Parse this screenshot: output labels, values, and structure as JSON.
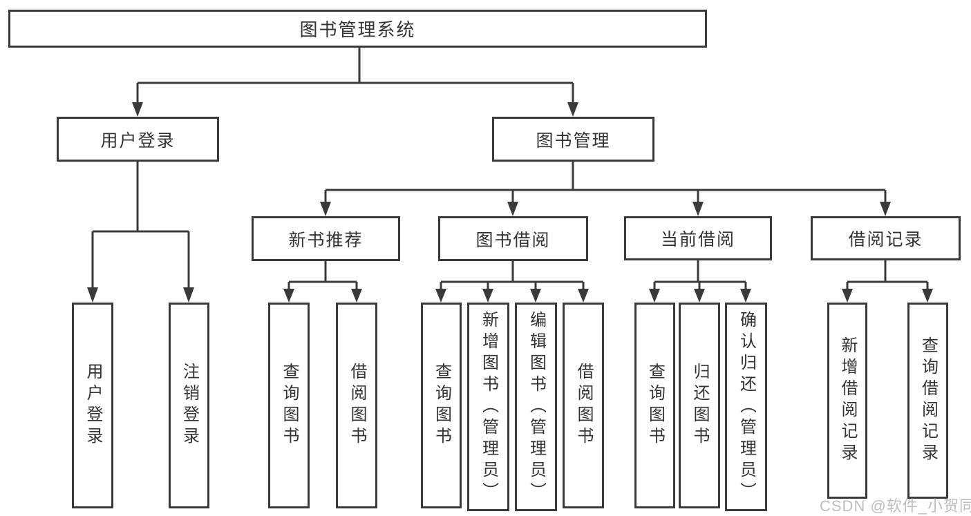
{
  "colors": {
    "ink": "#3a3a3a",
    "text": "#333333",
    "watermark": "#bdbdbd",
    "background": "#ffffff"
  },
  "root": {
    "label": "图书管理系统"
  },
  "branches": [
    {
      "label": "用户登录",
      "children": [
        {
          "label": "用户登录"
        },
        {
          "label": "注销登录"
        }
      ]
    },
    {
      "label": "图书管理",
      "children": [
        {
          "label": "新书推荐",
          "children": [
            {
              "label": "查询图书"
            },
            {
              "label": "借阅图书"
            }
          ]
        },
        {
          "label": "图书借阅",
          "children": [
            {
              "label": "查询图书"
            },
            {
              "label": "新增图书（管理员）"
            },
            {
              "label": "编辑图书（管理员）"
            },
            {
              "label": "借阅图书"
            }
          ]
        },
        {
          "label": "当前借阅",
          "children": [
            {
              "label": "查询图书"
            },
            {
              "label": "归还图书"
            },
            {
              "label": "确认归还（管理员）"
            }
          ]
        },
        {
          "label": "借阅记录",
          "children": [
            {
              "label": "新增借阅记录"
            },
            {
              "label": "查询借阅记录"
            }
          ]
        }
      ]
    }
  ],
  "watermark": {
    "text": "CSDN @软件_小贺同学"
  }
}
